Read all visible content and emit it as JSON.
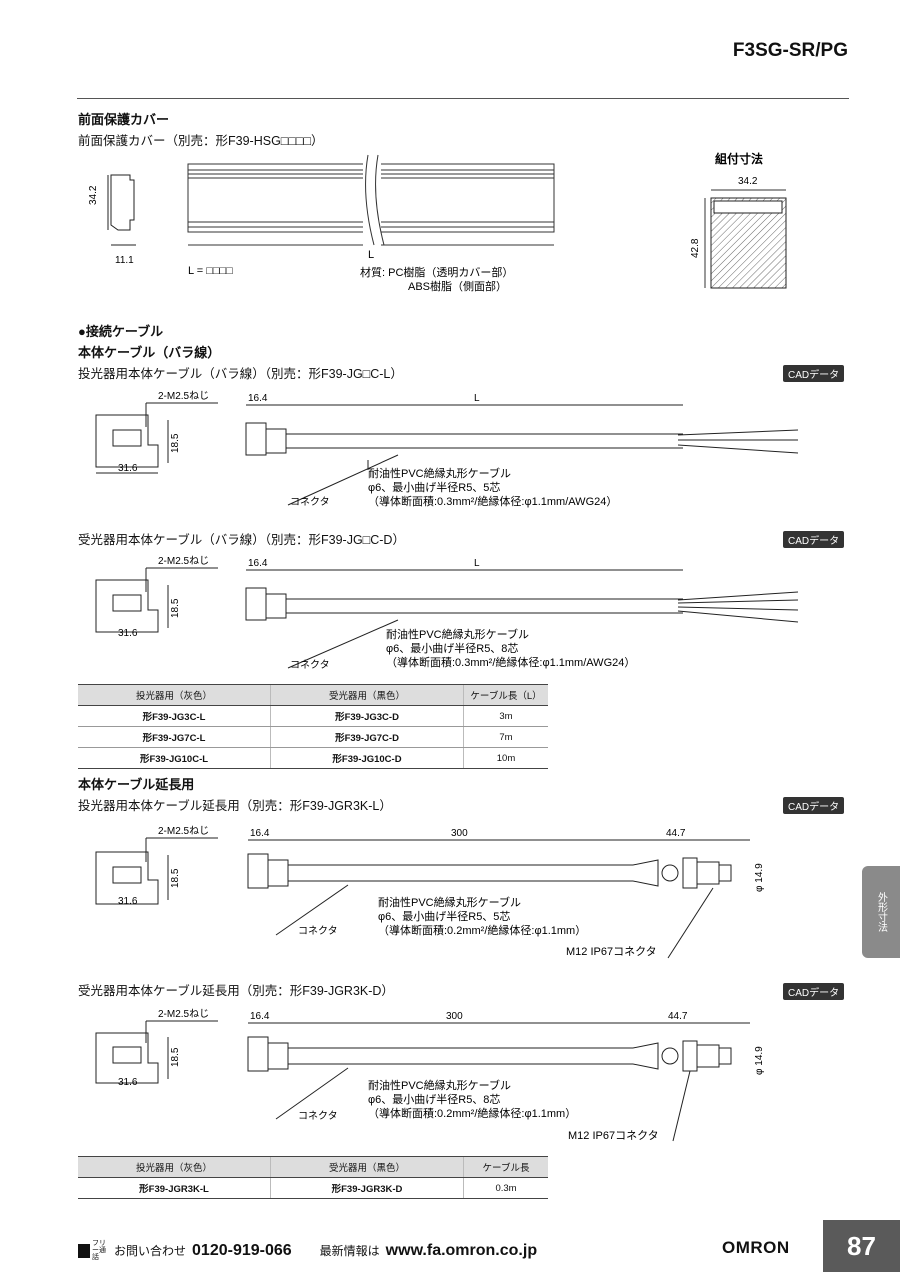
{
  "header": {
    "model": "F3SG-SR/PG"
  },
  "section_cover": {
    "title": "前面保護カバー",
    "subtitle": "前面保護カバー（別売：形F39-HSG□□□□）",
    "dim_height": "34.2",
    "dim_width": "11.1",
    "dim_length": "L",
    "length_note": "L = □□□□",
    "material_line1": "材質: PC樹脂（透明カバー部）",
    "material_line2": "ABS樹脂（側面部）",
    "assembly_title": "組付寸法",
    "assembly_width": "34.2",
    "assembly_height": "42.8"
  },
  "section_cable": {
    "title": "●接続ケーブル",
    "sub_title": "本体ケーブル（バラ線）"
  },
  "cad_label": "CADデータ",
  "diagrams": {
    "emitter_bare": {
      "title": "投光器用本体ケーブル（バラ線）（別売：形F39-JG□C-L）",
      "screw": "2-M2.5ねじ",
      "h": "18.5",
      "w": "31.6",
      "offset": "16.4",
      "len": "L",
      "connector": "コネクタ",
      "cable1": "耐油性PVC絶縁丸形ケーブル",
      "cable2": "φ6、最小曲げ半径R5、5芯",
      "cable3": "（導体断面積:0.3mm²/絶縁体径:φ1.1mm/AWG24）"
    },
    "receiver_bare": {
      "title": "受光器用本体ケーブル（バラ線）（別売：形F39-JG□C-D）",
      "screw": "2-M2.5ねじ",
      "h": "18.5",
      "w": "31.6",
      "offset": "16.4",
      "len": "L",
      "connector": "コネクタ",
      "cable1": "耐油性PVC絶縁丸形ケーブル",
      "cable2": "φ6、最小曲げ半径R5、8芯",
      "cable3": "（導体断面積:0.3mm²/絶縁体径:φ1.1mm/AWG24）"
    },
    "emitter_ext": {
      "title": "投光器用本体ケーブル延長用（別売：形F39-JGR3K-L）",
      "screw": "2-M2.5ねじ",
      "h": "18.5",
      "w": "31.6",
      "offset": "16.4",
      "len": "300",
      "m12_len": "44.7",
      "dia": "φ 14.9",
      "connector": "コネクタ",
      "cable1": "耐油性PVC絶縁丸形ケーブル",
      "cable2": "φ6、最小曲げ半径R5、5芯",
      "cable3": "（導体断面積:0.2mm²/絶縁体径:φ1.1mm）",
      "m12": "M12 IP67コネクタ"
    },
    "receiver_ext": {
      "title": "受光器用本体ケーブル延長用（別売：形F39-JGR3K-D）",
      "screw": "2-M2.5ねじ",
      "h": "18.5",
      "w": "31.6",
      "offset": "16.4",
      "len": "300",
      "m12_len": "44.7",
      "dia": "φ 14.9",
      "connector": "コネクタ",
      "cable1": "耐油性PVC絶縁丸形ケーブル",
      "cable2": "φ6、最小曲げ半径R5、8芯",
      "cable3": "（導体断面積:0.2mm²/絶縁体径:φ1.1mm）",
      "m12": "M12 IP67コネクタ"
    }
  },
  "table1": {
    "headers": [
      "投光器用（灰色）",
      "受光器用（黒色）",
      "ケーブル長（L）"
    ],
    "rows": [
      [
        "形F39-JG3C-L",
        "形F39-JG3C-D",
        "3m"
      ],
      [
        "形F39-JG7C-L",
        "形F39-JG7C-D",
        "7m"
      ],
      [
        "形F39-JG10C-L",
        "形F39-JG10C-D",
        "10m"
      ]
    ]
  },
  "section_ext": {
    "title": "本体ケーブル延長用"
  },
  "table2": {
    "headers": [
      "投光器用（灰色）",
      "受光器用（黒色）",
      "ケーブル長"
    ],
    "rows": [
      [
        "形F39-JGR3K-L",
        "形F39-JGR3K-D",
        "0.3m"
      ]
    ]
  },
  "side_tab": "外形寸法",
  "footer": {
    "freedial_label": "フリー通話",
    "contact": "お問い合わせ",
    "phone": "0120-919-066",
    "latest": "最新情報は",
    "url": "www.fa.omron.co.jp",
    "brand": "OMRON",
    "page": "87"
  }
}
